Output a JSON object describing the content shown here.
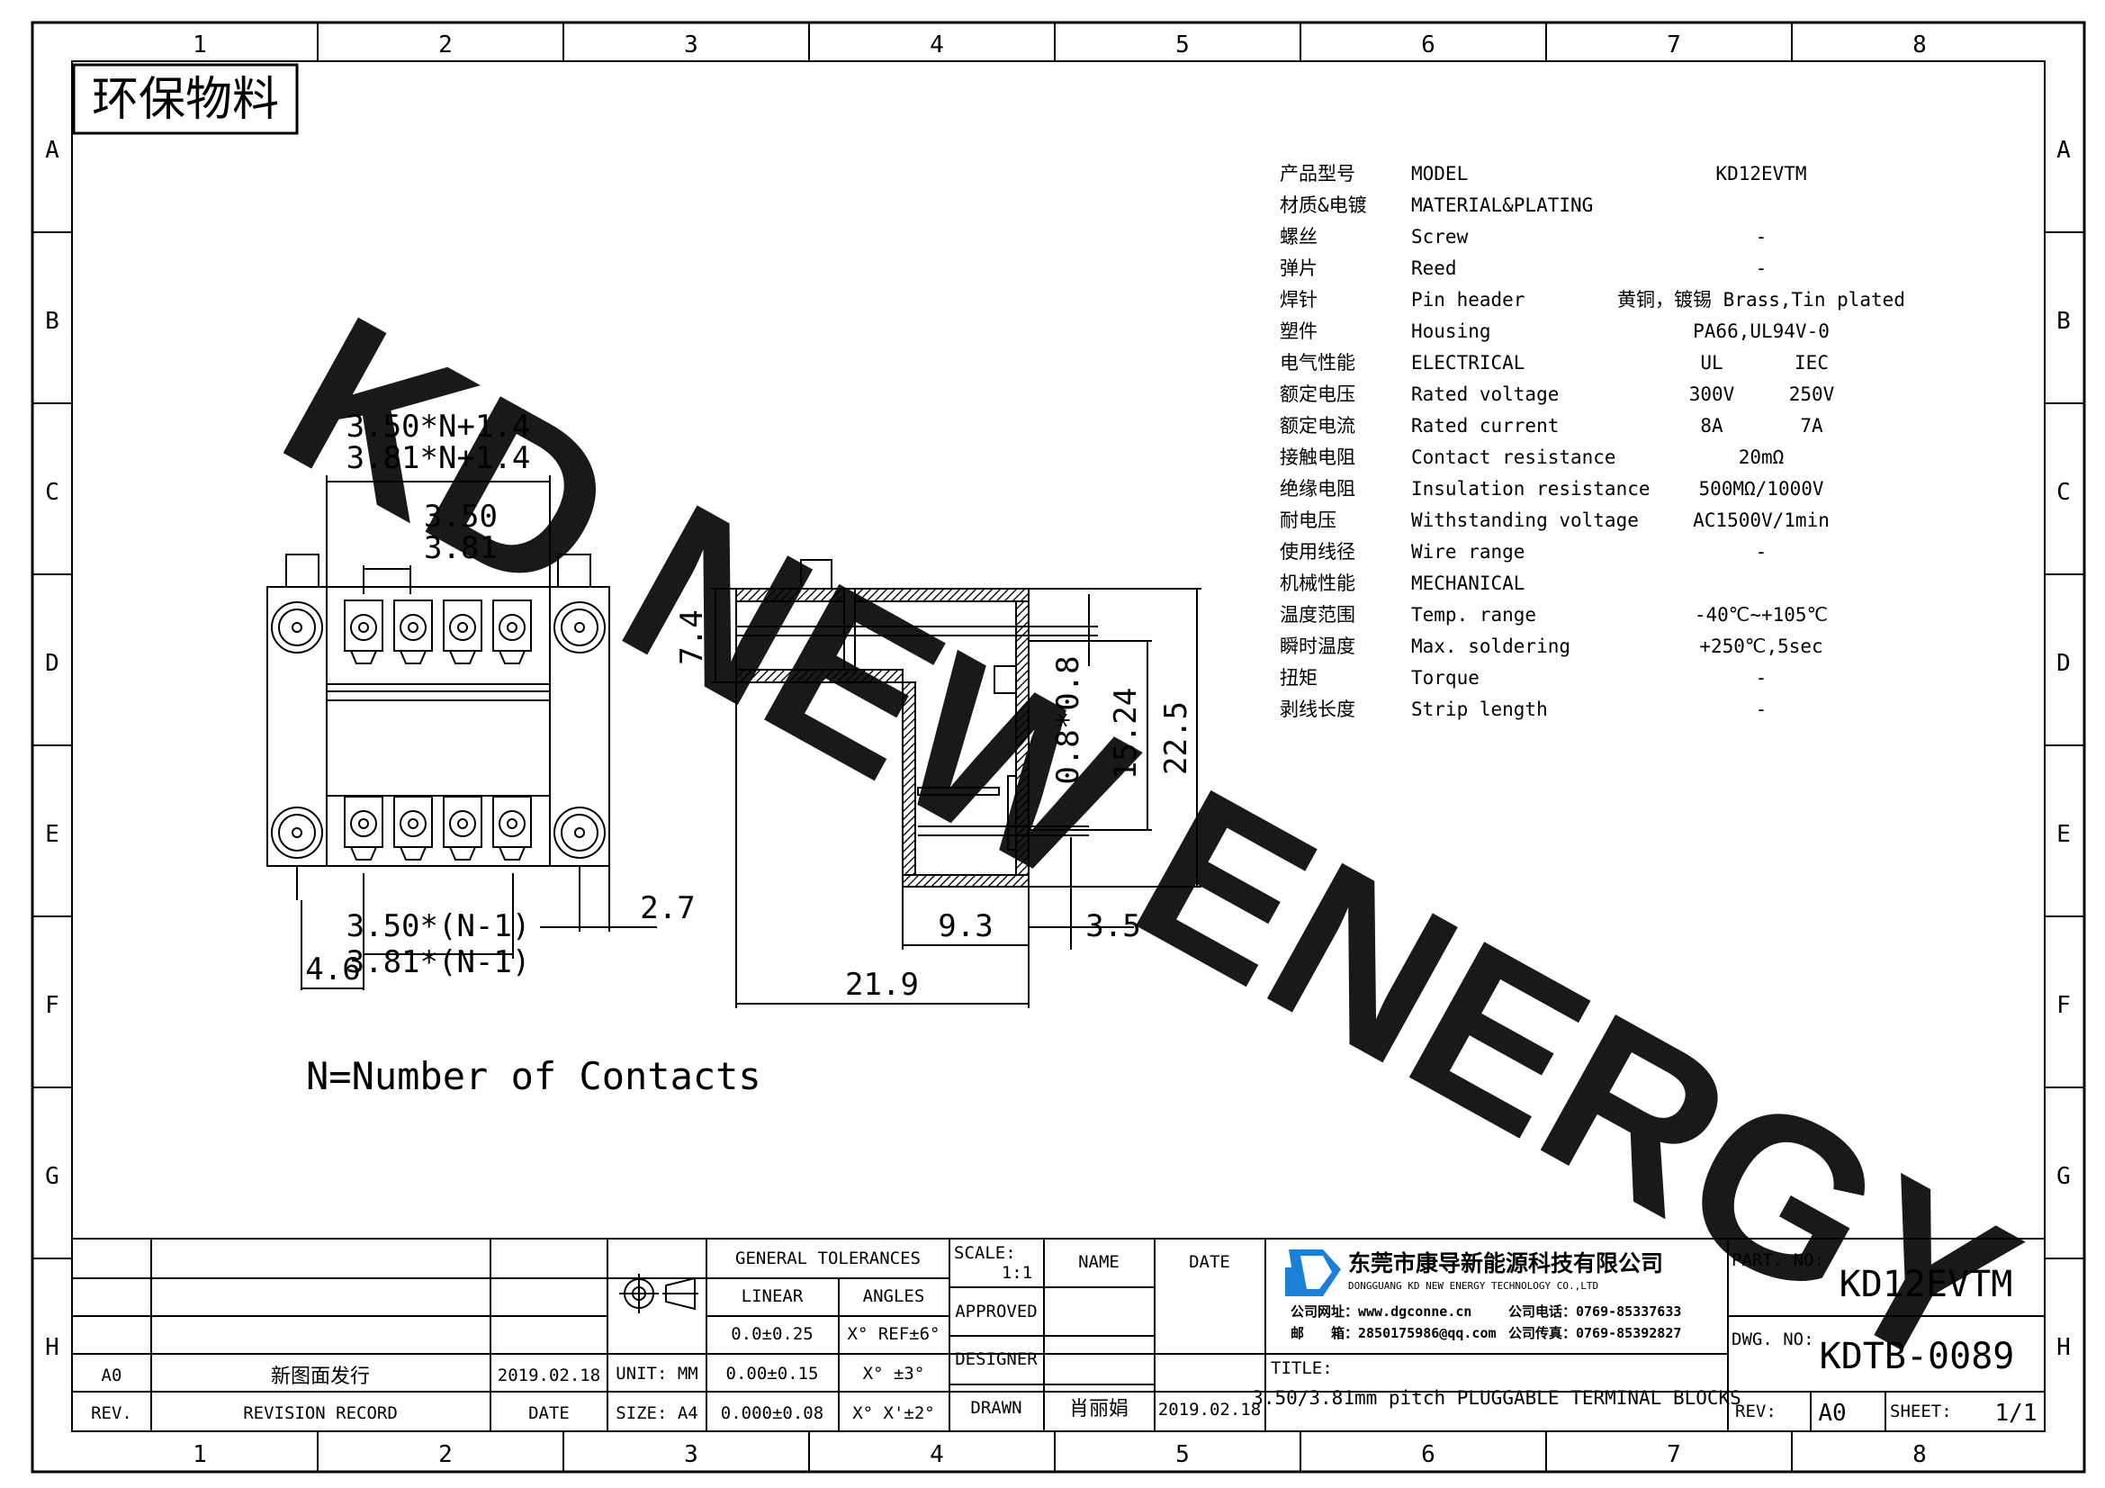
{
  "badge": "环保物料",
  "grid": {
    "columns": [
      "1",
      "2",
      "3",
      "4",
      "5",
      "6",
      "7",
      "8"
    ],
    "rows": [
      "A",
      "B",
      "C",
      "D",
      "E",
      "F",
      "G",
      "H"
    ]
  },
  "watermark": "KD NEW ENERGY",
  "specs": [
    {
      "cn": "产品型号",
      "en": "MODEL",
      "v1": "KD12EVTM",
      "v2": ""
    },
    {
      "cn": "材质&电镀",
      "en": "MATERIAL&PLATING",
      "v1": "",
      "v2": ""
    },
    {
      "cn": "螺丝",
      "en": "Screw",
      "v1": "-",
      "v2": ""
    },
    {
      "cn": "弹片",
      "en": "Reed",
      "v1": "-",
      "v2": ""
    },
    {
      "cn": "焊针",
      "en": "Pin header",
      "v1": "黄铜，镀锡 Brass,Tin plated",
      "v2": ""
    },
    {
      "cn": "塑件",
      "en": "Housing",
      "v1": "PA66,UL94V-0",
      "v2": ""
    },
    {
      "cn": "电气性能",
      "en": "ELECTRICAL",
      "v1": "UL",
      "v2": "IEC"
    },
    {
      "cn": "额定电压",
      "en": "Rated voltage",
      "v1": "300V",
      "v2": "250V"
    },
    {
      "cn": "额定电流",
      "en": "Rated current",
      "v1": "8A",
      "v2": "7A"
    },
    {
      "cn": "接触电阻",
      "en": "Contact resistance",
      "v1": "20mΩ",
      "v2": ""
    },
    {
      "cn": "绝缘电阻",
      "en": "Insulation resistance",
      "v1": "500MΩ/1000V",
      "v2": ""
    },
    {
      "cn": "耐电压",
      "en": "Withstanding voltage",
      "v1": "AC1500V/1min",
      "v2": ""
    },
    {
      "cn": "使用线径",
      "en": "Wire range",
      "v1": "-",
      "v2": ""
    },
    {
      "cn": "机械性能",
      "en": "MECHANICAL",
      "v1": "",
      "v2": ""
    },
    {
      "cn": "温度范围",
      "en": "Temp. range",
      "v1": "-40℃~+105℃",
      "v2": ""
    },
    {
      "cn": "瞬时温度",
      "en": "Max. soldering",
      "v1": "+250℃,5sec",
      "v2": ""
    },
    {
      "cn": "扭矩",
      "en": "Torque",
      "v1": "-",
      "v2": ""
    },
    {
      "cn": "剥线长度",
      "en": "Strip length",
      "v1": "-",
      "v2": ""
    }
  ],
  "dims": {
    "w1": "3.50*N+1.4",
    "w2": "3.81*N+1.4",
    "p1": "3.50",
    "p2": "3.81",
    "b1": "3.50*(N-1)",
    "b2": "3.81*(N-1)",
    "left": "4.6",
    "right": "2.7",
    "h74": "7.4",
    "h08": "0.8*0.8",
    "h1524": "15.24",
    "h225": "22.5",
    "w93": "9.3",
    "w35": "3.5",
    "w219": "21.9"
  },
  "note": "N=Number of Contacts",
  "titleblock": {
    "rev_a0": "A0",
    "rev_desc": "新图面发行",
    "rev_date": "2019.02.18",
    "rev_hdr": "REV.",
    "rec_hdr": "REVISION RECORD",
    "date_hdr": "DATE",
    "unit": "UNIT: MM",
    "size": "SIZE: A4",
    "tol_hdr": "GENERAL TOLERANCES",
    "linear": "LINEAR",
    "angles": "ANGLES",
    "lin1": "0.0±0.25",
    "lin2": "0.00±0.15",
    "lin3": "0.000±0.08",
    "ang1": "X° REF±6°",
    "ang2": "X° ±3°",
    "ang3": "X° X'±2°",
    "scale_lbl": "SCALE:",
    "scale_val": "1:1",
    "name_hdr": "NAME",
    "date_hdr2": "DATE",
    "approved": "APPROVED",
    "designer": "DESIGNER",
    "drawn": "DRAWN",
    "drawn_name": "肖丽娟",
    "drawn_date": "2019.02.18",
    "company_cn": "东莞市康导新能源科技有限公司",
    "company_en": "DONGGUANG KD NEW ENERGY TECHNOLOGY CO.,LTD",
    "site": "公司网址：www.dgconne.cn",
    "tel": "公司电话：0769-85337633",
    "mail": "邮　　箱：2850175986@qq.com",
    "fax": "公司传真：0769-85392827",
    "title_lbl": "TITLE:",
    "title": "3.50/3.81mm pitch PLUGGABLE TERMINAL BLOCKS",
    "partno_lbl": "PART. NO:",
    "partno": "KD12EVTM",
    "dwgno_lbl": "DWG. NO:",
    "dwgno": "KDTB-0089",
    "rev_lbl": "REV:",
    "rev_val": "A0",
    "sheet_lbl": "SHEET:",
    "sheet_val": "1/1"
  },
  "colors": {
    "watermark": "#33e6f2",
    "logo": "#1a7fd6"
  }
}
